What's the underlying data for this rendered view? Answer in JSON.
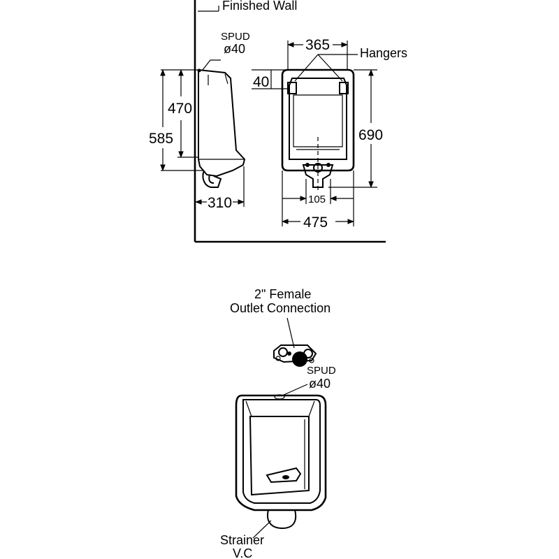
{
  "drawing": {
    "finished_wall_label": "Finished Wall",
    "side_view": {
      "spud_label": "SPUD",
      "spud_diameter": "ø40",
      "height_470": "470",
      "height_585": "585",
      "depth_310": "310"
    },
    "front_view": {
      "width_365": "365",
      "hangers_label": "Hangers",
      "offset_40": "40",
      "height_690": "690",
      "outlet_105": "105",
      "width_475": "475"
    },
    "iso_view": {
      "outlet_label_line1": "2\" Female",
      "outlet_label_line2": "Outlet Connection",
      "spud_label": "SPUD",
      "spud_diameter": "ø40",
      "strainer_label_line1": "Strainer",
      "strainer_label_line2": "V.C"
    }
  }
}
